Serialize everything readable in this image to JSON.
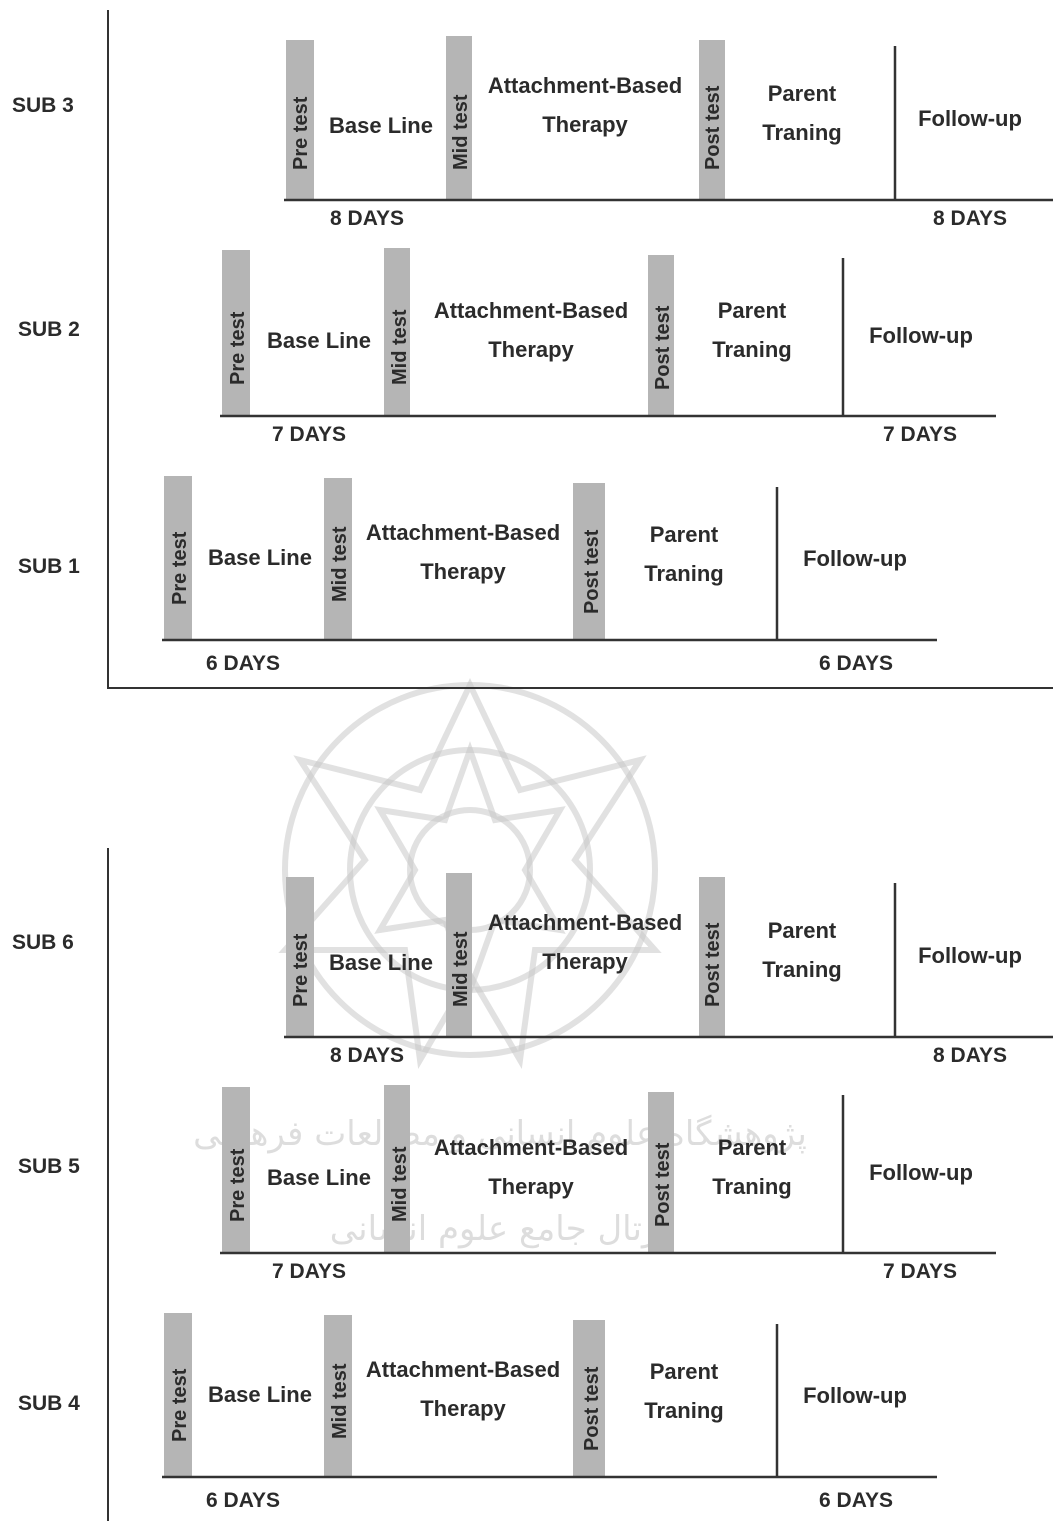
{
  "groups": [
    {
      "rows": [
        {
          "subject": "SUB 3",
          "days_start": "8 DAYS",
          "days_end": "8 DAYS"
        },
        {
          "subject": "SUB 2",
          "days_start": "7 DAYS",
          "days_end": "7 DAYS"
        },
        {
          "subject": "SUB 1",
          "days_start": "6 DAYS",
          "days_end": "6 DAYS"
        }
      ]
    },
    {
      "rows": [
        {
          "subject": "SUB 6",
          "days_start": "8 DAYS",
          "days_end": "8 DAYS"
        },
        {
          "subject": "SUB 5",
          "days_start": "7 DAYS",
          "days_end": "7 DAYS"
        },
        {
          "subject": "SUB 4",
          "days_start": "6 DAYS",
          "days_end": "6 DAYS"
        }
      ]
    }
  ],
  "labels": {
    "pre_test": "Pre test",
    "base_line": "Base Line",
    "mid_test": "Mid test",
    "therapy_line1": "Attachment-Based",
    "therapy_line2": "Therapy",
    "post_test": "Post test",
    "parent_line1": "Parent",
    "parent_line2": "Traning",
    "follow_up": "Follow-up"
  },
  "watermark": {
    "line1": "پژوهشگاه علوم انسانی و مطالعات فرهنگی",
    "line2": "پرتال جامع علوم انسانی"
  }
}
